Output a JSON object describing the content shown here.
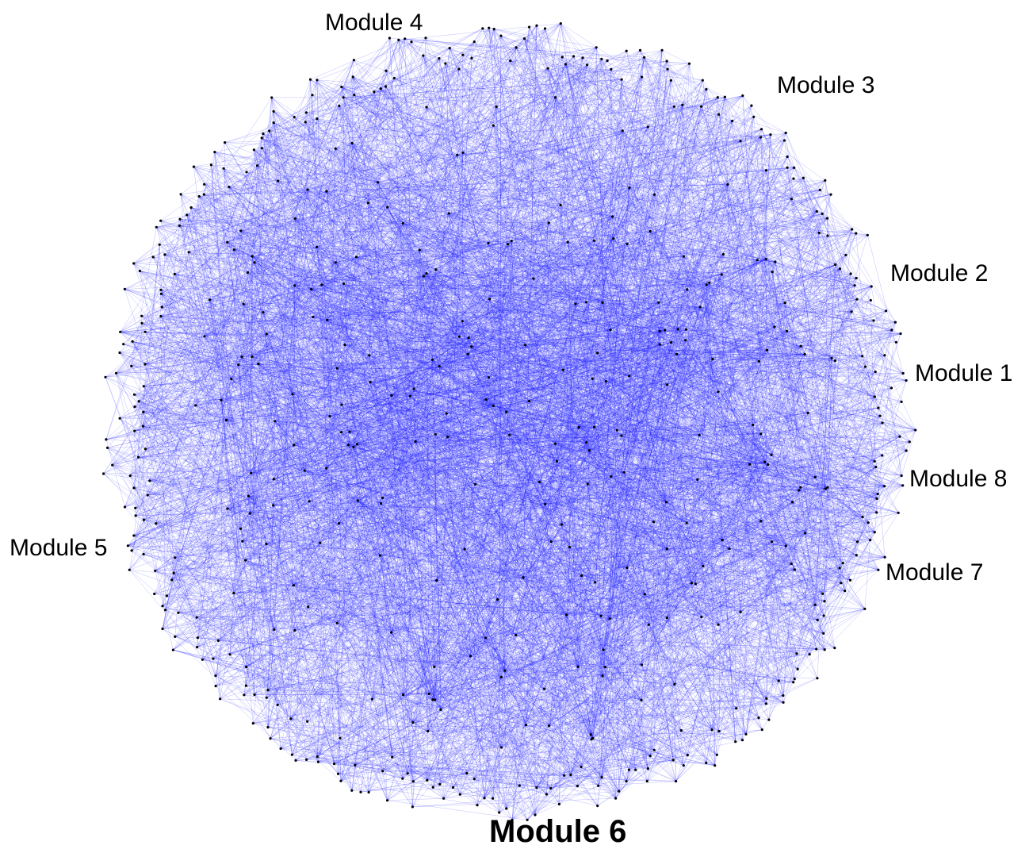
{
  "figure": {
    "type": "network-graph",
    "edge_color": "#1a1aff",
    "node_color": "#000000",
    "background": "#ffffff",
    "layout": "circular"
  },
  "modules": [
    {
      "id": "m1",
      "label": "Module 1",
      "emphasis": false
    },
    {
      "id": "m2",
      "label": "Module 2",
      "emphasis": false
    },
    {
      "id": "m3",
      "label": "Module 3",
      "emphasis": false
    },
    {
      "id": "m4",
      "label": "Module 4",
      "emphasis": false
    },
    {
      "id": "m5",
      "label": "Module 5",
      "emphasis": false
    },
    {
      "id": "m6",
      "label": "Module 6",
      "emphasis": true
    },
    {
      "id": "m7",
      "label": "Module 7",
      "emphasis": false
    },
    {
      "id": "m8",
      "label": "Module 8",
      "emphasis": false
    }
  ]
}
